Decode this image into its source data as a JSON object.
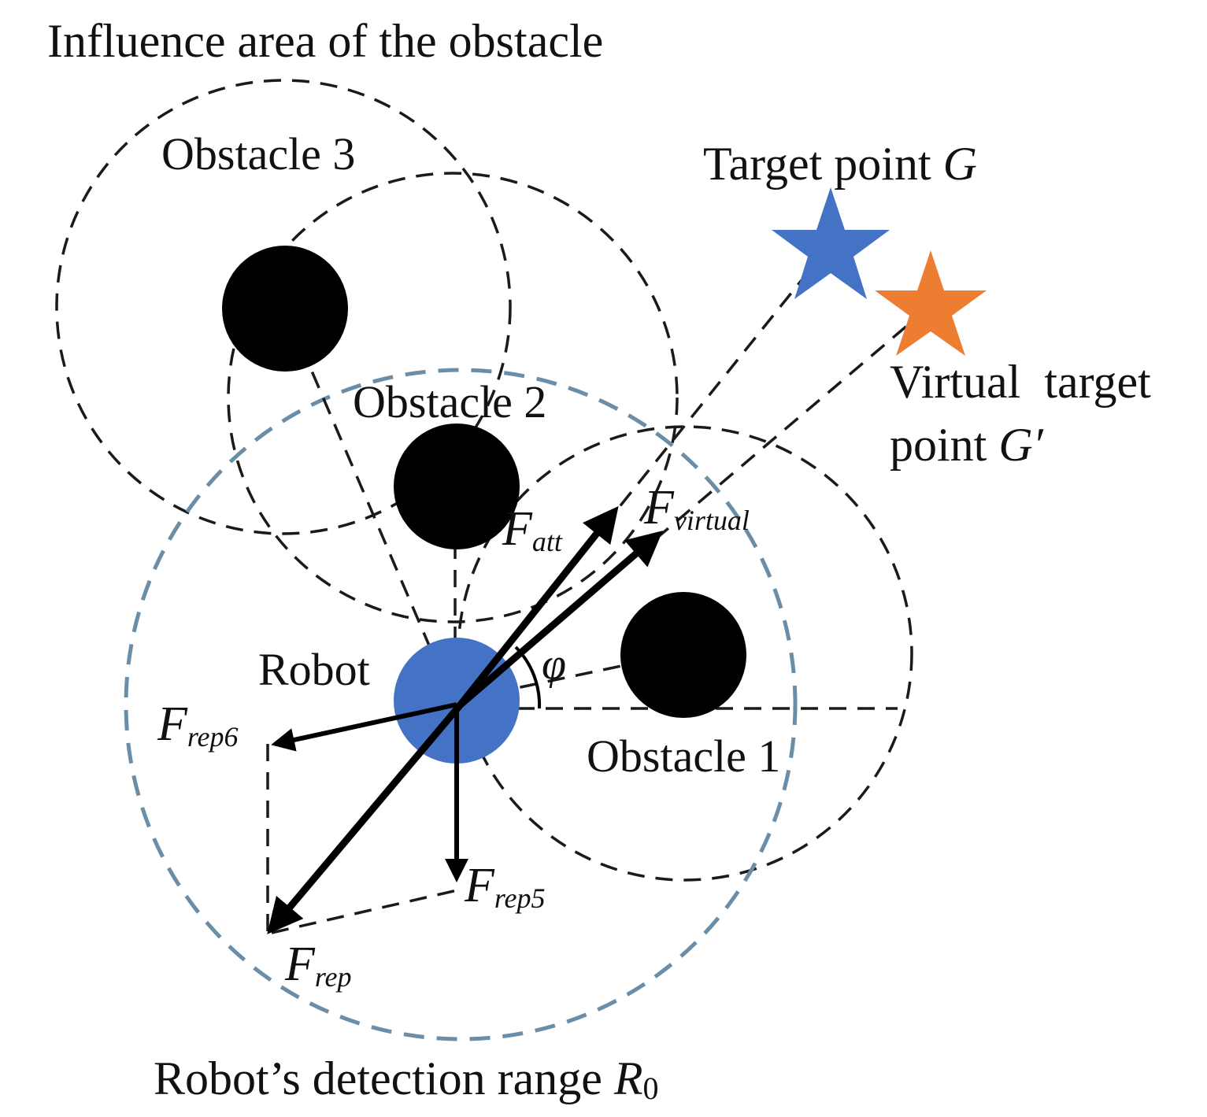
{
  "labels": {
    "influence_area": "Influence area of the obstacle",
    "obstacle_1": "Obstacle 1",
    "obstacle_2": "Obstacle 2",
    "obstacle_3": "Obstacle 3",
    "target_point_text": "Target point ",
    "target_point_symbol": "G",
    "virtual_target_line1": "Virtual  target",
    "virtual_target_line2": "point ",
    "virtual_target_symbol": "G′",
    "robot": "Robot",
    "detection_range_text": "Robot’s detection range ",
    "detection_range_symbol": "R",
    "detection_range_sub": "0",
    "phi": "φ"
  },
  "forces": {
    "f_att": {
      "main": "F",
      "sub": "att"
    },
    "f_virtual": {
      "main": "F",
      "sub": "virtual"
    },
    "f_rep": {
      "main": "F",
      "sub": "rep"
    },
    "f_rep5": {
      "main": "F",
      "sub": "rep5"
    },
    "f_rep6": {
      "main": "F",
      "sub": "rep6"
    }
  },
  "colors": {
    "robot": "#4472c4",
    "target_star": "#4472c4",
    "virtual_star": "#ed7d31",
    "obstacle": "#000000",
    "detection_range": "#6b8ea8"
  }
}
